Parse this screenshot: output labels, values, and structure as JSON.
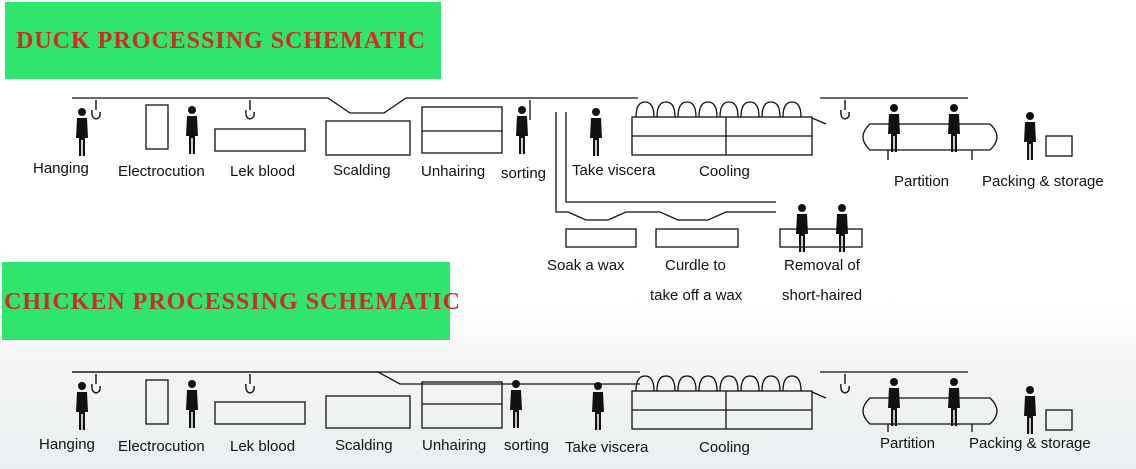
{
  "duck": {
    "title": "DUCK  PROCESSING  SCHEMATIC",
    "steps": [
      "Hanging",
      "Electrocution",
      "Lek blood",
      "Scalding",
      "Unhairing",
      "sorting",
      "Take viscera",
      "Cooling",
      "Partition",
      "Packing & storage"
    ],
    "branch": {
      "soak": "Soak a wax",
      "curdle_1": "Curdle to",
      "curdle_2": "take off a wax",
      "removal_1": "Removal of",
      "removal_2": "short-haired"
    }
  },
  "chicken": {
    "title": "CHICKEN  PROCESSING  SCHEMATIC",
    "steps": [
      "Hanging",
      "Electrocution",
      "Lek blood",
      "Scalding",
      "Unhairing",
      "sorting",
      "Take viscera",
      "Cooling",
      "Partition",
      "Packing & storage"
    ]
  },
  "colors": {
    "banner": "#2ee66e",
    "title": "#d52a22",
    "line": "#111111"
  },
  "icons": [
    "shackle-hook-icon",
    "person-icon",
    "electrocution-box-icon",
    "scalding-tank-icon",
    "conveyor-table-icon",
    "box-icon"
  ]
}
